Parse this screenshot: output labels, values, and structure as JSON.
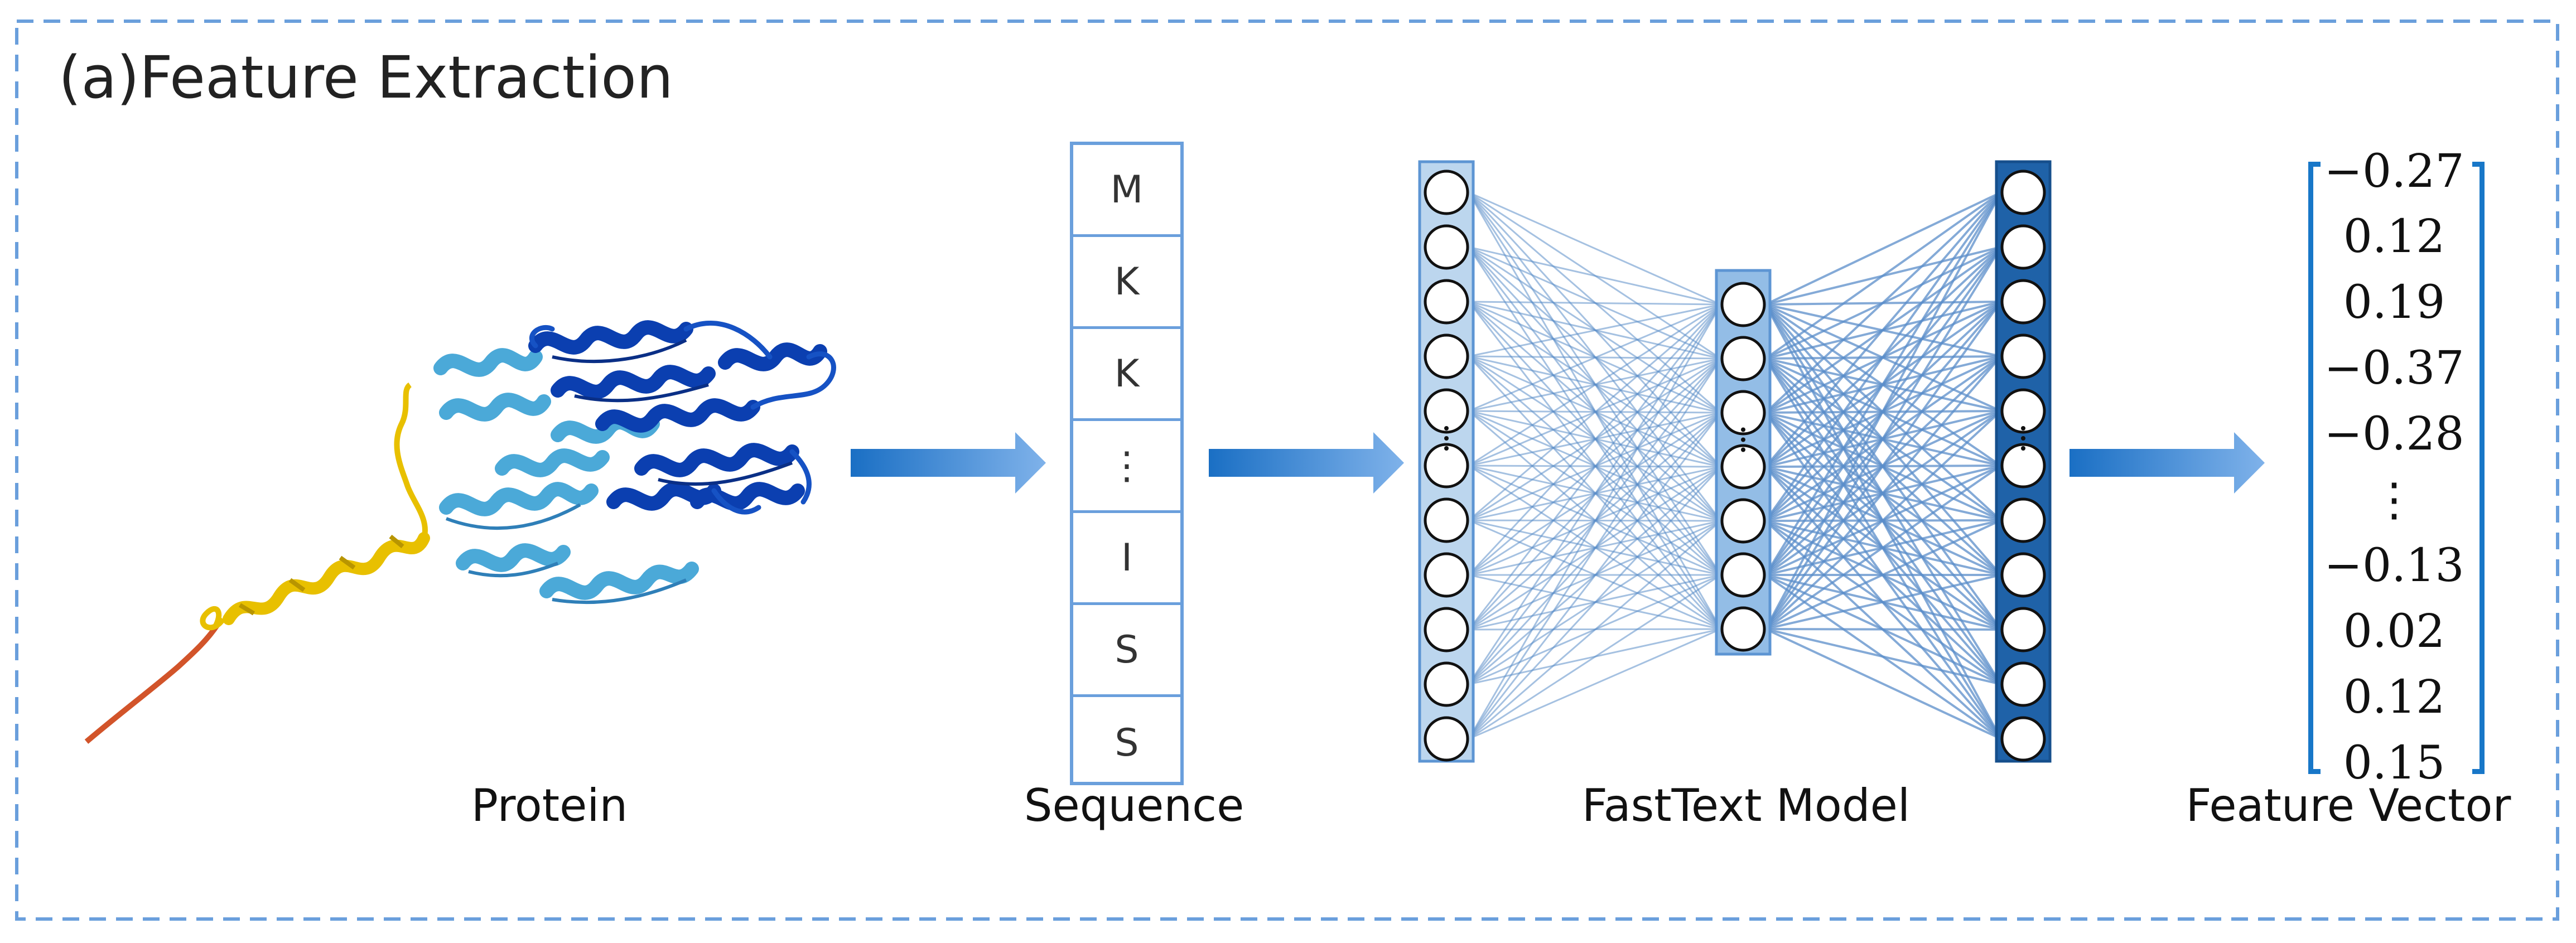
{
  "panel_title": "(a)Feature Extraction",
  "captions": {
    "protein": "Protein",
    "sequence": "Sequence",
    "model": "FastText Model",
    "vector": "Feature Vector"
  },
  "sequence_tokens": [
    "M",
    "K",
    "K",
    "⋮",
    "I",
    "S",
    "S"
  ],
  "feature_values": [
    "−0.27",
    "0.12",
    "0.19",
    "−0.37",
    "−0.28",
    "⋮",
    "−0.13",
    "0.02",
    "0.12",
    "0.15"
  ],
  "network": {
    "layers": [
      {
        "nodes": 11,
        "ellipsis_after": 4,
        "color": "#bcd6ee"
      },
      {
        "nodes": 7,
        "ellipsis_after": 2,
        "color": "#93bde6"
      },
      {
        "nodes": 11,
        "ellipsis_after": 4,
        "color": "#1f62a8"
      }
    ],
    "edge_color": "#5b8ec9"
  },
  "colors": {
    "frame": "#6a9fdc",
    "arrow_start": "#1a6fc4",
    "arrow_end": "#7fb2ea",
    "bracket": "#1877c8",
    "protein_light": "#4ba9d8",
    "protein_dark": "#0b3fb0",
    "protein_yellow": "#e8c000",
    "protein_tail": "#d2542a"
  }
}
